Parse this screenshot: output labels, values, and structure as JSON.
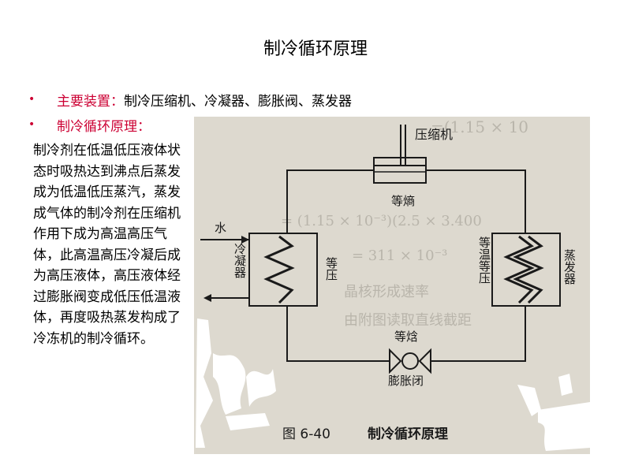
{
  "slide": {
    "title": "制冷循环原理",
    "bullets": [
      {
        "marker": "•",
        "label": "主要装置：",
        "text": "制冷压缩机、冷凝器、膨胀阀、蒸发器"
      },
      {
        "marker": "•",
        "label": "制冷循环原理：",
        "text": ""
      }
    ],
    "paragraph": "制冷剂在低温低压液体状态时吸热达到沸点后蒸发成为低温低压蒸汽，蒸发成气体的制冷剂在压缩机作用下成为高温高压气体，此高温高压冷凝后成为高压液体，高压液体经过膨胀阀变成低压低温液体，再度吸热蒸发构成了冷冻机的制冷循环。"
  },
  "figure": {
    "compressor": "压缩机",
    "isentropic": "等熵",
    "water": "水",
    "condenser": "冷凝器",
    "isobaric": "等压",
    "iso_temp_pressure": "等温等压",
    "evaporator": "蒸发器",
    "isenthalpic": "等焓",
    "expansion_valve": "膨胀闭",
    "caption_num": "图 6-40",
    "caption_text": "制冷循环原理",
    "bg_ghost_1": "=(1.15 × 10",
    "bg_ghost_2": "= (1.15 × 10⁻³)(2.5 × 3.400",
    "bg_ghost_3": "= 311 × 10⁻³",
    "bg_ghost_4": "晶核形成速率",
    "bg_ghost_5": "由附图读取直线截距",
    "colors": {
      "accent": "#cc0033",
      "figure_bg": "#ddd9cf",
      "ink": "#1a1a1a"
    }
  }
}
